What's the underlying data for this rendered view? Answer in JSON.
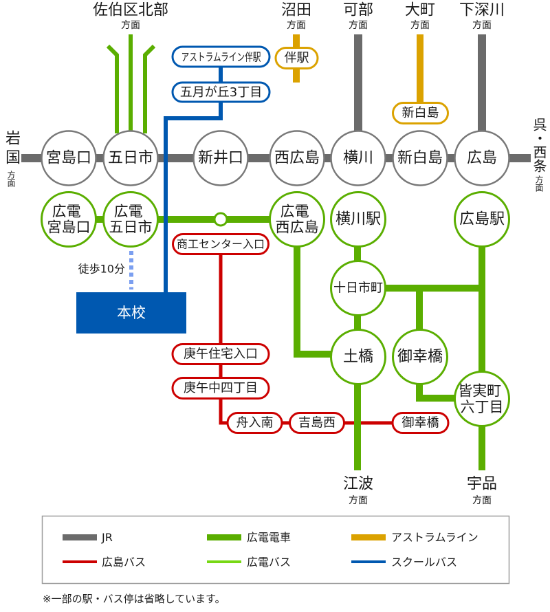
{
  "lines": {
    "jr": {
      "name": "JR",
      "color": "#6b6b6b"
    },
    "hiroden_tram": {
      "name": "広電電車",
      "color": "#5aae00"
    },
    "astram": {
      "name": "アストラムライン",
      "color": "#dba200"
    },
    "hiroshima_bus": {
      "name": "広島バス",
      "color": "#cc0000"
    },
    "hiroden_bus": {
      "name": "広電バス",
      "color": "#77d814"
    },
    "school_bus": {
      "name": "スクールバス",
      "color": "#0058b0"
    }
  },
  "directions": {
    "saeki_north": {
      "name": "佐伯区北部",
      "suffix": "方面"
    },
    "numata": {
      "name": "沼田",
      "suffix": "方面"
    },
    "kabe": {
      "name": "可部",
      "suffix": "方面"
    },
    "omachi": {
      "name": "大町",
      "suffix": "方面"
    },
    "shimofukawa": {
      "name": "下深川",
      "suffix": "方面"
    },
    "iwakuni": {
      "name": "岩国",
      "suffix": "方面"
    },
    "kure_saijo": {
      "name": "呉・西条",
      "suffix": "方面"
    },
    "eba": {
      "name": "江波",
      "suffix": "方面"
    },
    "ujina": {
      "name": "宇品",
      "suffix": "方面"
    }
  },
  "jr_stations": [
    {
      "name": "宮島口"
    },
    {
      "name": "五日市"
    },
    {
      "name": "新井口"
    },
    {
      "name": "西広島"
    },
    {
      "name": "横川"
    },
    {
      "name": "新白島"
    },
    {
      "name": "広島"
    }
  ],
  "hiroden_stops": [
    {
      "lines": [
        "広電",
        "宮島口"
      ]
    },
    {
      "lines": [
        "広電",
        "五日市"
      ]
    },
    {
      "lines": [
        "広電",
        "西広島"
      ]
    },
    {
      "lines": [
        "横川駅"
      ]
    },
    {
      "lines": [
        "広島駅"
      ]
    },
    {
      "lines": [
        "十日市町"
      ]
    },
    {
      "lines": [
        "土橋"
      ]
    },
    {
      "lines": [
        "御幸橋"
      ]
    },
    {
      "lines": [
        "皆実町",
        "六丁目"
      ]
    }
  ],
  "astram_stops": [
    {
      "name": "伴駅"
    },
    {
      "name": "新白島"
    }
  ],
  "school_bus_stops": [
    {
      "name": "アストラムライン伴駅"
    },
    {
      "name": "五月が丘3丁目"
    }
  ],
  "hiroshima_bus_stops": [
    {
      "name": "商工センター入口"
    },
    {
      "name": "庚午住宅入口"
    },
    {
      "name": "庚午中四丁目"
    },
    {
      "name": "舟入南"
    },
    {
      "name": "吉島西"
    },
    {
      "name": "御幸橋"
    }
  ],
  "walk": {
    "label": "徒歩10分",
    "color": "#7b9ff0"
  },
  "school": {
    "label": "本校"
  },
  "note": "※一部の駅・バス停は省略しています。"
}
